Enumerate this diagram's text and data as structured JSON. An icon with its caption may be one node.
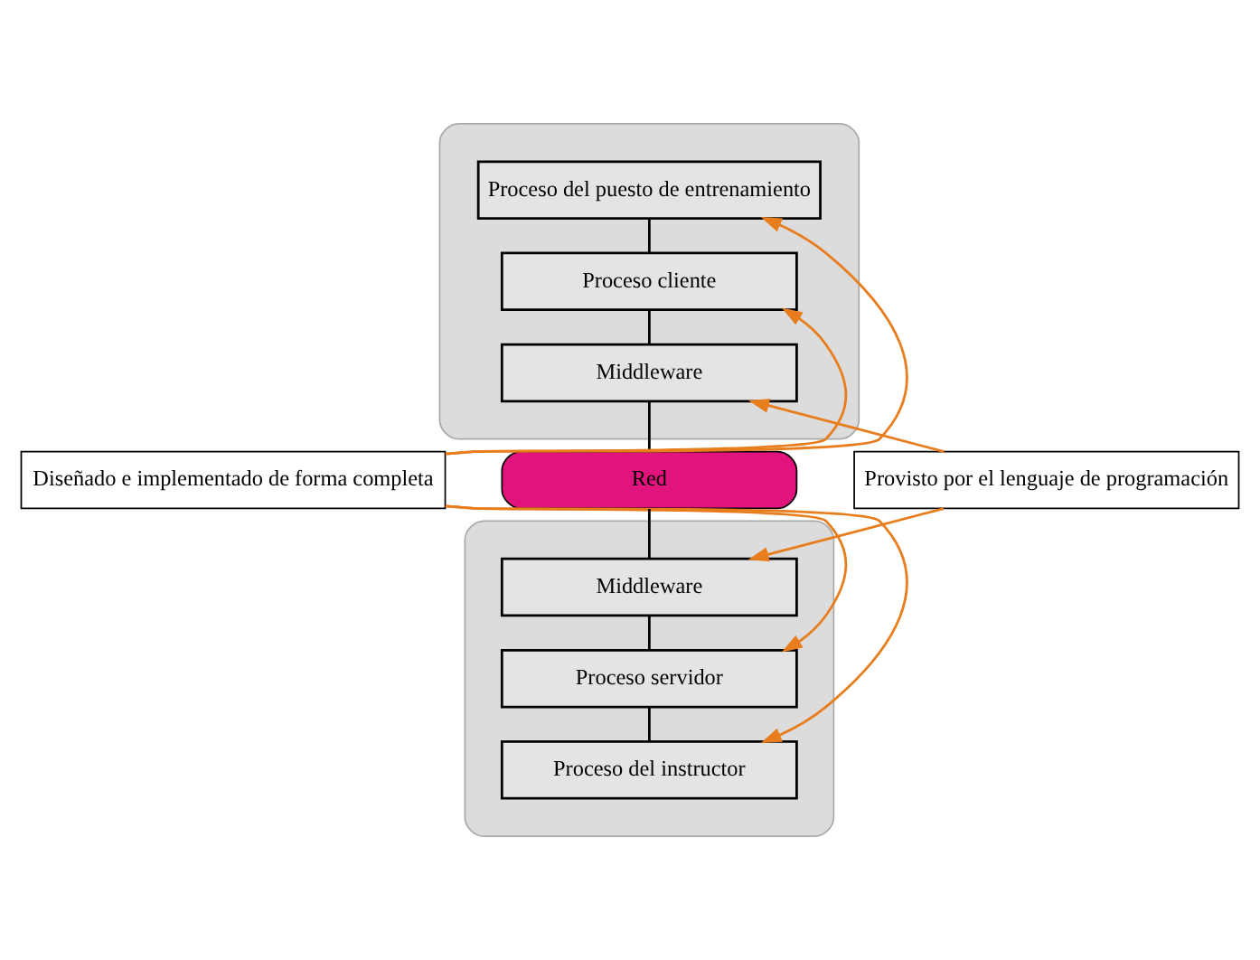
{
  "diagram": {
    "nodes": [
      {
        "text": [],
        "shape": "ellipse"
      },
      {
        "text": [
          "Proceso del puesto de entrenamiento"
        ],
        "in": 0
      },
      {
        "text": [
          "Proceso cliente"
        ],
        "in": 0
      },
      {
        "text": [
          "Middleware"
        ],
        "in": 0
      },
      {
        "text": [
          "Diseñado e implementado de forma completa"
        ]
      },
      {
        "text": [
          "Red"
        ]
      },
      {
        "text": [
          "Provisto por el lenguaje de programación"
        ]
      },
      {
        "text": [],
        "shape": "ellipse"
      },
      {
        "text": [
          "Middleware"
        ],
        "in": 7
      },
      {
        "text": [
          "Proceso servidor"
        ],
        "in": 7
      },
      {
        "text": [
          "Proceso del instructor"
        ],
        "in": 7
      }
    ],
    "edges": [
      {
        "from": 1,
        "to": 2,
        "arrow": "none"
      },
      {
        "from": 2,
        "to": 3,
        "arrow": "none"
      },
      {
        "from": 3,
        "to": 5,
        "arrow": "none"
      },
      {
        "from": 5,
        "to": 8,
        "arrow": "none"
      },
      {
        "from": 8,
        "to": 9,
        "arrow": "none"
      },
      {
        "from": 9,
        "to": 10,
        "arrow": "none"
      },
      {
        "from": 4,
        "to": 1,
        "arrow": "to",
        "color": "#e87d1e"
      },
      {
        "from": 4,
        "to": 2,
        "arrow": "to",
        "color": "#e87d1e"
      },
      {
        "from": 6,
        "to": 3,
        "arrow": "to",
        "color": "#e87d1e"
      },
      {
        "from": 6,
        "to": 8,
        "arrow": "to",
        "color": "#e87d1e"
      },
      {
        "from": 4,
        "to": 9,
        "arrow": "to",
        "color": "#e87d1e"
      },
      {
        "from": 4,
        "to": 10,
        "arrow": "to",
        "color": "#e87d1e"
      }
    ]
  }
}
